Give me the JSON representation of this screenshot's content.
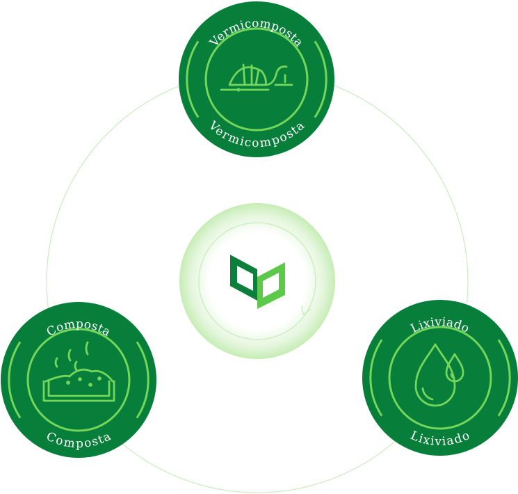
{
  "diagram": {
    "colors": {
      "node_fill": "#077f3a",
      "ring_stroke": "#74d65a",
      "cycle_line": "#cdeec3",
      "center_glow": "#c6edb5",
      "leaf_dark": "#0c7f3d",
      "leaf_light": "#5dc94a"
    },
    "center": {
      "icon": "leaf-logo-icon",
      "arrow_icon": "cycle-arrow-icon"
    },
    "nodes": [
      {
        "id": "vermicomposta",
        "top_label": "Vermicomposta",
        "bottom_label": "Vermicomposta",
        "icon": "worm-compost-icon"
      },
      {
        "id": "composta",
        "top_label": "Composta",
        "bottom_label": "Composta",
        "icon": "compost-bin-icon"
      },
      {
        "id": "lixiviado",
        "top_label": "Lixiviado",
        "bottom_label": "Lixiviado",
        "icon": "water-drops-icon"
      }
    ]
  }
}
